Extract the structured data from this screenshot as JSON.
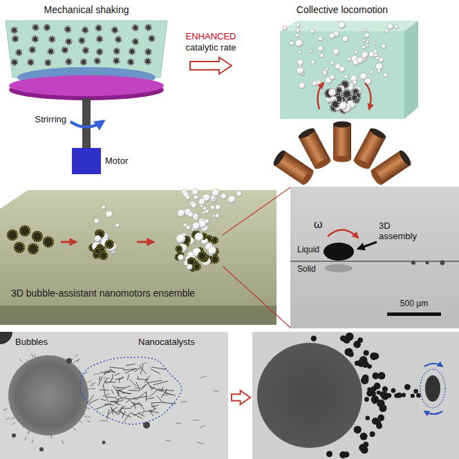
{
  "diagram": {
    "nodes": [
      {
        "text": [
          "3D bubble-assistant nanomotors ensemble"
        ]
      }
    ],
    "labels": [
      "Mechanical shaking",
      "ENHANCED",
      "catalytic rate",
      "Collective locomotion",
      "Strirring",
      "Motor",
      "ω",
      "3D assembly",
      "Liquid",
      "Solid",
      "500 µm",
      "Bubbles",
      "Nanocatalysts"
    ]
  }
}
